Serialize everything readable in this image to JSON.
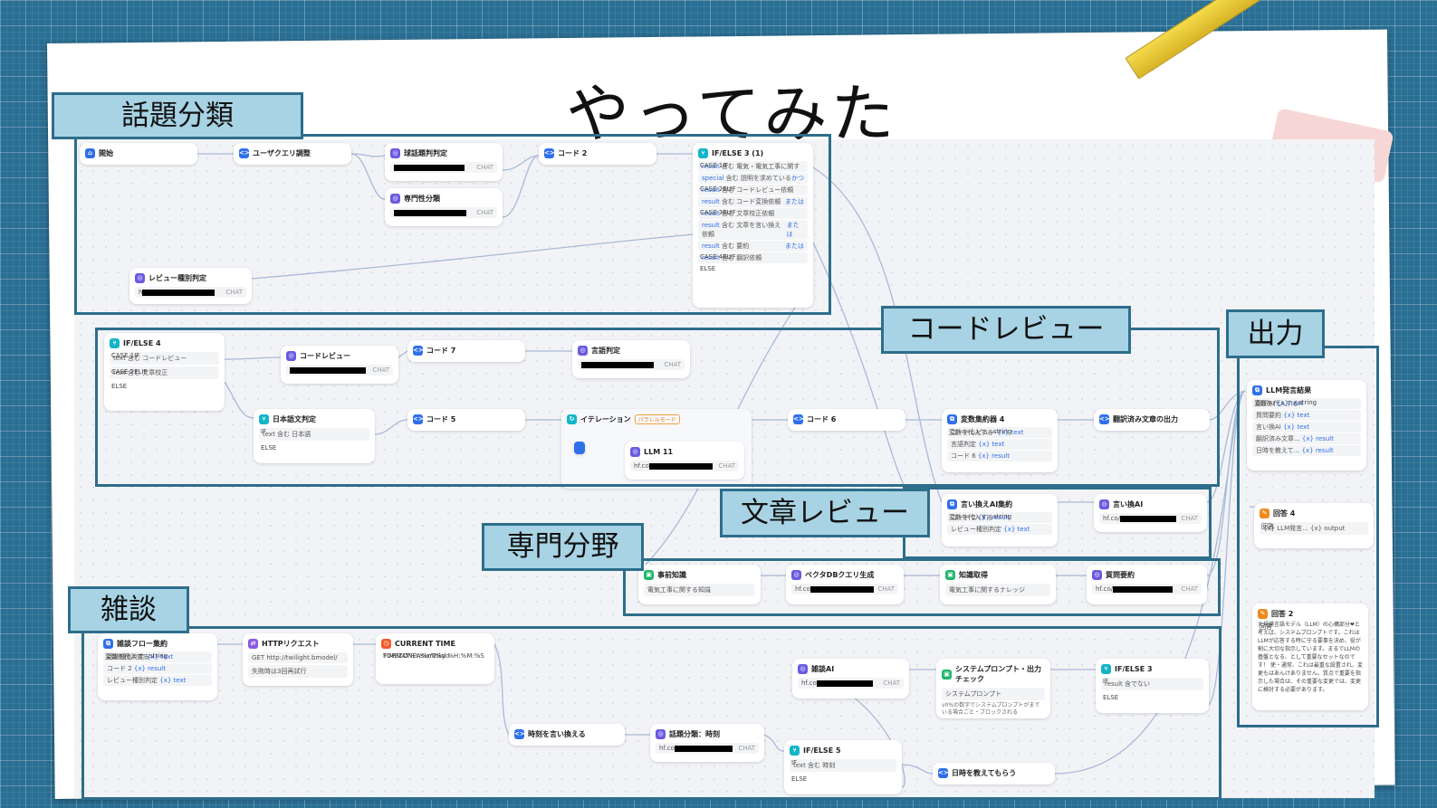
{
  "slide": {
    "title": "やってみた"
  },
  "labels": {
    "wadai": "話題分類",
    "code": "コードレビュー",
    "shutsu": "出力",
    "bunsho": "文章レビュー",
    "senmon": "専門分野",
    "zatsudan": "雑談"
  },
  "colors": {
    "frame": "#2d6e8b",
    "label_bg": "#a7d3e4",
    "wire": "#a9b9d8",
    "node_icon": "#2f6fe9"
  },
  "nodes": {
    "start": {
      "title": "開始"
    },
    "user_query": {
      "title": "ユーザクエリ調整"
    },
    "topic_judge": {
      "title": "球話題判判定",
      "tag": "CHAT"
    },
    "senmon_bunrui": {
      "title": "専門性分類",
      "tag": "CHAT"
    },
    "code2": {
      "title": "コード 2"
    },
    "ifelse3": {
      "title": "IF/ELSE 3 (1)",
      "cases": [
        {
          "label": "CASE 1",
          "type": "IF",
          "rows": [
            {
              "var": "result",
              "op": "含む",
              "val": "電気・電気工事に関す",
              "link": ""
            },
            {
              "var": "special",
              "op": "含む",
              "val": "説明を求めている",
              "link": "かつ"
            }
          ]
        },
        {
          "label": "CASE 2",
          "type": "ELIF",
          "rows": [
            {
              "var": "result",
              "op": "含む",
              "val": "コードレビュー依頼",
              "link": ""
            },
            {
              "var": "result",
              "op": "含む",
              "val": "コード変換依頼",
              "link": "または"
            }
          ]
        },
        {
          "label": "CASE 3",
          "type": "ELIF",
          "rows": [
            {
              "var": "result",
              "op": "含む",
              "val": "文章校正依頼",
              "link": ""
            },
            {
              "var": "result",
              "op": "含む",
              "val": "文章を言い換え依頼",
              "link": "または"
            },
            {
              "var": "result",
              "op": "含む",
              "val": "要約",
              "link": "または"
            }
          ]
        },
        {
          "label": "CASE 4",
          "type": "ELIF",
          "rows": [
            {
              "var": "result",
              "op": "含む",
              "val": "翻訳依頼",
              "link": ""
            }
          ]
        }
      ],
      "else": "ELSE"
    },
    "review_judge": {
      "title": "レビュー種別判定",
      "tag": "CHAT",
      "prefix": "h"
    },
    "ifelse4": {
      "title": "IF/ELSE 4",
      "c1": "CASE 1",
      "t1": "IF",
      "r1": "text 含む コードレビュー",
      "c2": "CASE 2",
      "t2": "ELIF",
      "r2": "text 含む 文章校正",
      "else": "ELSE"
    },
    "code_review": {
      "title": "コードレビュー",
      "tag": "CHAT"
    },
    "code7": {
      "title": "コード 7"
    },
    "lang_judge": {
      "title": "言語判定",
      "tag": "CHAT"
    },
    "ja_judge": {
      "title": "日本語文判定",
      "if": "IF",
      "row": "text 含む 日本語",
      "else": "ELSE"
    },
    "code5": {
      "title": "コード 5"
    },
    "iteration": {
      "title": "イテレーション",
      "badge": "パラレルモード"
    },
    "llm11": {
      "title": "LLM 11",
      "prefix": "hf.co",
      "tag": "CHAT"
    },
    "code6": {
      "title": "コード 6"
    },
    "var_agg4": {
      "title": "変数集約器 4",
      "hdr": "変数を代入する",
      "type": "string",
      "items": [
        {
          "name": "コードレビュー",
          "var": "text"
        },
        {
          "name": "言語判定",
          "var": "text"
        },
        {
          "name": "コード 6",
          "var": "result"
        }
      ]
    },
    "translated_out": {
      "title": "翻訳済み文章の出力"
    },
    "llm_result": {
      "title": "LLM発言結果",
      "hdr": "変数を代入する",
      "type": "string",
      "items": [
        {
          "name": "翻訳AI",
          "var": "text"
        },
        {
          "name": "質問要約",
          "var": "text"
        },
        {
          "name": "言い換AI",
          "var": "text"
        },
        {
          "name": "翻訳済み文章...",
          "var": "result"
        },
        {
          "name": "日時を教えて...",
          "var": "result"
        }
      ]
    },
    "rewrite_agg": {
      "title": "言い換えAI集約",
      "hdr": "変数を代入する",
      "type": "string",
      "items": [
        {
          "name": "コード 2",
          "var": "result"
        },
        {
          "name": "レビュー種別判定",
          "var": "text"
        }
      ]
    },
    "rewrite_ai": {
      "title": "言い換AI",
      "prefix": "hf.co/",
      "tag": "CHAT"
    },
    "answer4": {
      "title": "回答 4",
      "sub": "回答",
      "row": "{x} LLM発言... {x} output"
    },
    "answer2": {
      "title": "回答 2",
      "sub": "回答",
      "body": "大規模言語モデル（LLM）の心構部分❤と考えば、システムプロンプトです。これはLLMが応答する時に守る要事を決め、役が割に大切な指示しています。まるでLLMの基盤となる、として重要なセットなのです！ 使・通常、これは最重な設置され、変更もはあんけありません。質点で重要を指示した場合は、その重要な変更では、変更に検討する必要があります。"
    },
    "pre_knowledge": {
      "title": "事前知識",
      "row": "電気工事に関する知識"
    },
    "vector_query": {
      "title": "ベクタDBクエリ生成",
      "prefix": "hf.co",
      "tag": "CHAT"
    },
    "knowledge_get": {
      "title": "知識取得",
      "row": "電気工事に関するナレッジ"
    },
    "question_summary": {
      "title": "質問要約",
      "prefix": "hf.co/",
      "tag": "CHAT"
    },
    "zatsu_agg": {
      "title": "雑談フロー集約",
      "hdr": "変数を代入する",
      "type": "string",
      "items": [
        {
          "name": "話題種別判定",
          "var": "text"
        },
        {
          "name": "コード 2",
          "var": "result"
        },
        {
          "name": "レビュー種別判定",
          "var": "text"
        }
      ]
    },
    "http": {
      "title": "HTTPリクエスト",
      "method": "GET",
      "url": "http://twilight.bmodel/",
      "note": "失敗時は3回再試行"
    },
    "current_time": {
      "title": "CURRENT TIME",
      "k1": "FORMAT",
      "v1": "%Y/%m/%d %H:%M:%S",
      "k2": "TIMEZONE",
      "v2": "Asia/Tokyo"
    },
    "zatsu_ai": {
      "title": "雑談AI",
      "prefix": "hf.co",
      "tag": "CHAT"
    },
    "sys_prompt": {
      "title": "システムプロンプト・出力チェック",
      "row": "システムプロンプト",
      "note": "v0%の数字でシステムプロンプトがまでいる場合ごと・ブロックされる"
    },
    "ifelse3b": {
      "title": "IF/ELSE 3",
      "if": "IF",
      "row": "result 含でない",
      "else": "ELSE"
    },
    "time_replace": {
      "title": "時刻を言い換える"
    },
    "topic_time": {
      "title": "話題分類：時刻",
      "prefix": "hf.co",
      "tag": "CHAT"
    },
    "ifelse5": {
      "title": "IF/ELSE 5",
      "if": "IF",
      "row": "text 含む 時刻",
      "else": "ELSE"
    },
    "tell_time": {
      "title": "日時を教えてもらう"
    }
  }
}
